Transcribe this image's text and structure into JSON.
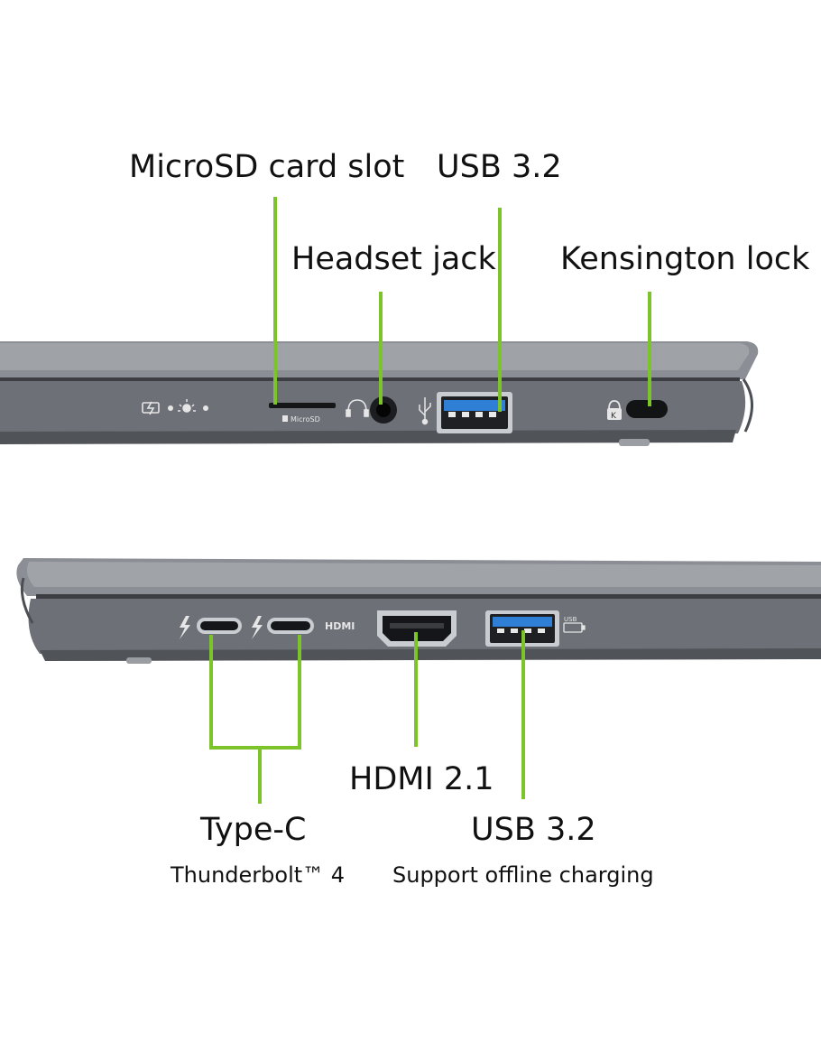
{
  "colors": {
    "background": "#ffffff",
    "callout_line": "#7dc42a",
    "laptop_body": "#6f7379",
    "laptop_dark": "#3b3d42",
    "port_blue": "#2f7fd6"
  },
  "top_view": {
    "labels": {
      "microsd": "MicroSD card slot",
      "usb": "USB 3.2",
      "headset": "Headset jack",
      "kensington": "Kensington lock"
    },
    "port_printing": {
      "microsd_text": "MicroSD"
    },
    "icons": [
      "battery-charge-icon",
      "light-sensor-icon",
      "headset-icon",
      "usb-icon",
      "kensington-icon"
    ]
  },
  "bottom_view": {
    "labels": {
      "typec_title": "Type-C",
      "typec_sub": "Thunderbolt™ 4",
      "hdmi": "HDMI 2.1",
      "usb_title": "USB 3.2",
      "usb_sub": "Support offline charging"
    },
    "port_printing": {
      "hdmi_text": "HDMI"
    },
    "icons": [
      "thunderbolt-icon",
      "thunderbolt-icon",
      "usb-power-icon"
    ]
  }
}
